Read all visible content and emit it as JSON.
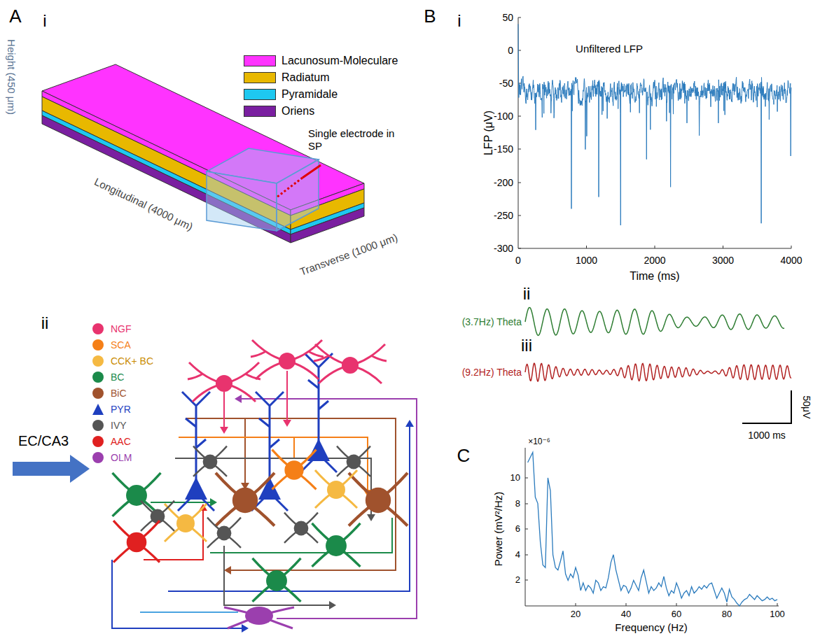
{
  "diagram": {
    "labels": [
      "A",
      "i",
      "Height (450 μm)",
      "Longitudinal (4000 μm)",
      "Transverse (1000 μm)",
      "Single electrode in SP",
      "ii",
      "EC/CA3",
      "B",
      "i",
      "Unfiltered LFP",
      "LFP (μV)",
      "50",
      "0",
      "-50",
      "-100",
      "-150",
      "-200",
      "-250",
      "-300",
      "0",
      "1000",
      "2000",
      "3000",
      "4000",
      "Time (ms)",
      "ii",
      "(3.7Hz) Theta",
      "iii",
      "(9.2Hz) Theta",
      "50μV",
      "1000 ms",
      "C",
      "×10⁻⁶",
      "Power (mV²/Hz)",
      "10",
      "8",
      "6",
      "4",
      "2",
      "20",
      "40",
      "60",
      "80",
      "100",
      "Frequency (Hz)"
    ],
    "legend": [
      {
        "text": "Lacunosum-Moleculare",
        "color": "#ff33ff"
      },
      {
        "text": "Radiatum",
        "color": "#e8b800"
      },
      {
        "text": "Pyramidale",
        "color": "#1ec8f0"
      },
      {
        "text": "Oriens",
        "color": "#7a1fa0"
      },
      {
        "text": "NGF",
        "color": "#e8336e"
      },
      {
        "text": "SCA",
        "color": "#f57f17"
      },
      {
        "text": "CCK+ BC",
        "color": "#f5b942"
      },
      {
        "text": "BC",
        "color": "#1b8a4a"
      },
      {
        "text": "BiC",
        "color": "#a0522d"
      },
      {
        "text": "PYR",
        "color": "#1f3fbf"
      },
      {
        "text": "IVY",
        "color": "#555555"
      },
      {
        "text": "AAC",
        "color": "#e02020"
      },
      {
        "text": "OLM",
        "color": "#9b3fae"
      }
    ]
  }
}
